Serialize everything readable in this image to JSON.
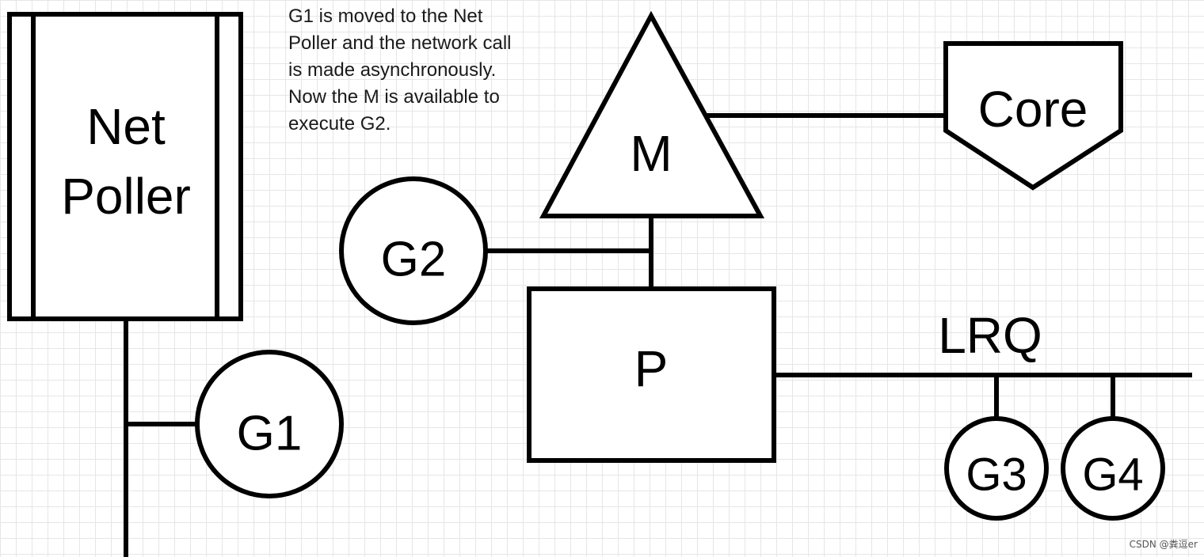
{
  "annotation": {
    "lines": [
      "G1 is moved to the Net",
      "Poller and the network call",
      "is made asynchronously.",
      "Now the M is available to",
      "execute G2."
    ]
  },
  "net_poller": {
    "line1": "Net",
    "line2": "Poller"
  },
  "nodes": {
    "m": "M",
    "core": "Core",
    "p": "P",
    "lrq": "LRQ",
    "g1": "G1",
    "g2": "G2",
    "g3": "G3",
    "g4": "G4"
  },
  "watermark": "CSDN @粪逗er",
  "colors": {
    "stroke": "#000000",
    "fill": "#ffffff",
    "grid": "#e6e6e6"
  }
}
